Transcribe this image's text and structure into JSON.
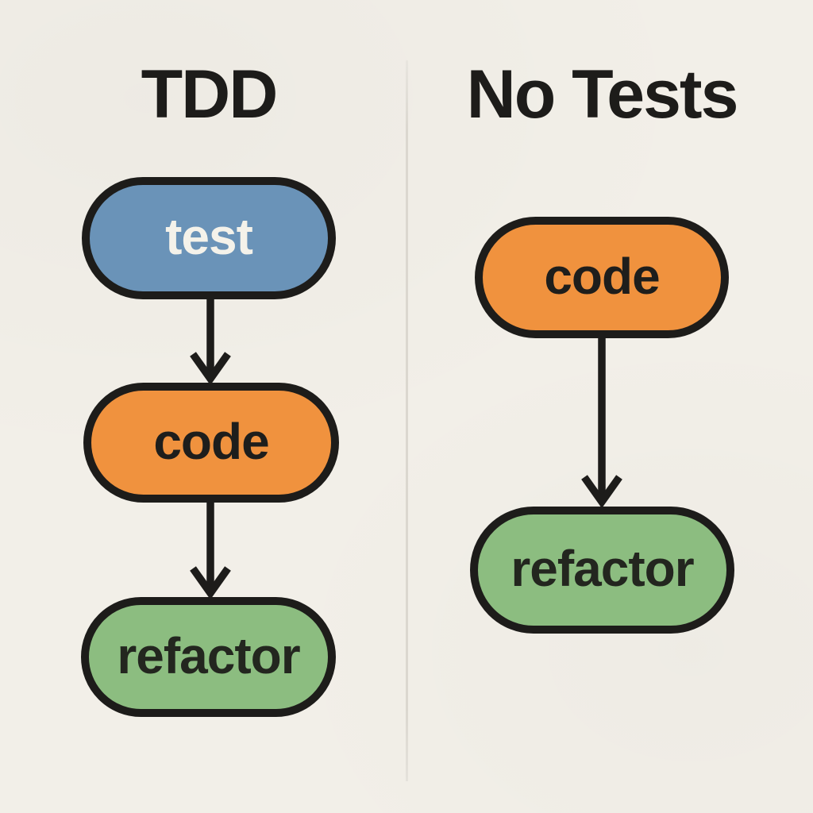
{
  "diagram": {
    "type": "flowchart-comparison",
    "colors": {
      "background": "#f2efe8",
      "stroke": "#1d1c1a",
      "divider": "#dbd7cf"
    },
    "columns": [
      {
        "title": "TDD",
        "nodes": [
          {
            "label": "test",
            "fill": "#6a93b8",
            "text_color": "#f4f2ea"
          },
          {
            "label": "code",
            "fill": "#f0923e",
            "text_color": "#1e1e1c"
          },
          {
            "label": "refactor",
            "fill": "#8cbd80",
            "text_color": "#23261f"
          }
        ],
        "edges": [
          {
            "from": "test",
            "to": "code"
          },
          {
            "from": "code",
            "to": "refactor"
          }
        ]
      },
      {
        "title": "No Tests",
        "nodes": [
          {
            "label": "code",
            "fill": "#f0923e",
            "text_color": "#1e1e1c"
          },
          {
            "label": "refactor",
            "fill": "#8cbd80",
            "text_color": "#23261f"
          }
        ],
        "edges": [
          {
            "from": "code",
            "to": "refactor"
          }
        ]
      }
    ]
  }
}
